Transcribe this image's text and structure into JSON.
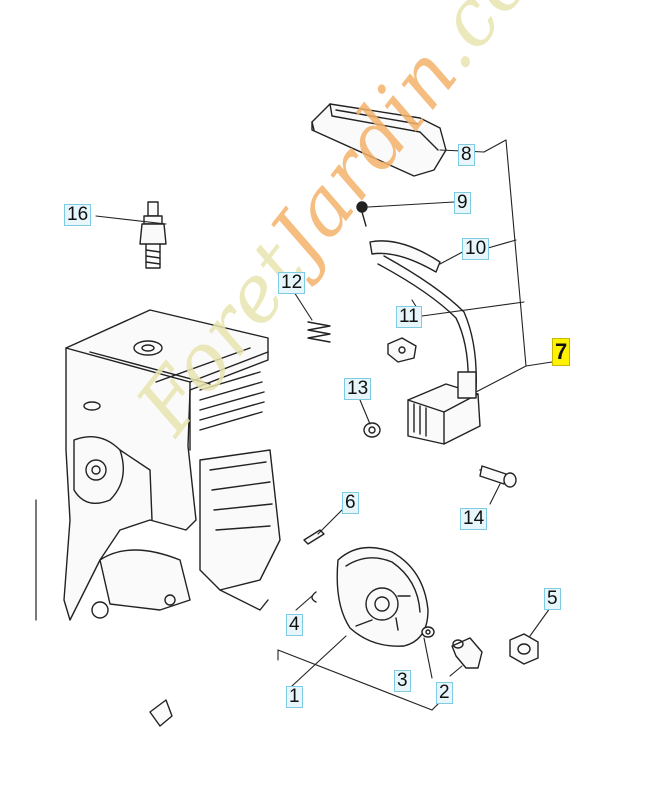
{
  "watermark": {
    "part1": "Foret",
    "part2": "Jardin",
    "part3": ".com",
    "colors": {
      "main": "#e8e4b0",
      "accent": "#f4b26a"
    }
  },
  "callouts": [
    {
      "id": "c1",
      "label": "1"
    },
    {
      "id": "c2",
      "label": "2"
    },
    {
      "id": "c3",
      "label": "3"
    },
    {
      "id": "c4",
      "label": "4"
    },
    {
      "id": "c5",
      "label": "5"
    },
    {
      "id": "c6",
      "label": "6"
    },
    {
      "id": "c7",
      "label": "7",
      "highlight": "#fff200"
    },
    {
      "id": "c8",
      "label": "8"
    },
    {
      "id": "c9",
      "label": "9"
    },
    {
      "id": "c10",
      "label": "10"
    },
    {
      "id": "c11",
      "label": "11"
    },
    {
      "id": "c12",
      "label": "12"
    },
    {
      "id": "c13",
      "label": "13"
    },
    {
      "id": "c14",
      "label": "14"
    },
    {
      "id": "c16",
      "label": "16"
    }
  ],
  "label_style": {
    "fill": "#e6f6fb",
    "border": "#7fcbe3"
  }
}
